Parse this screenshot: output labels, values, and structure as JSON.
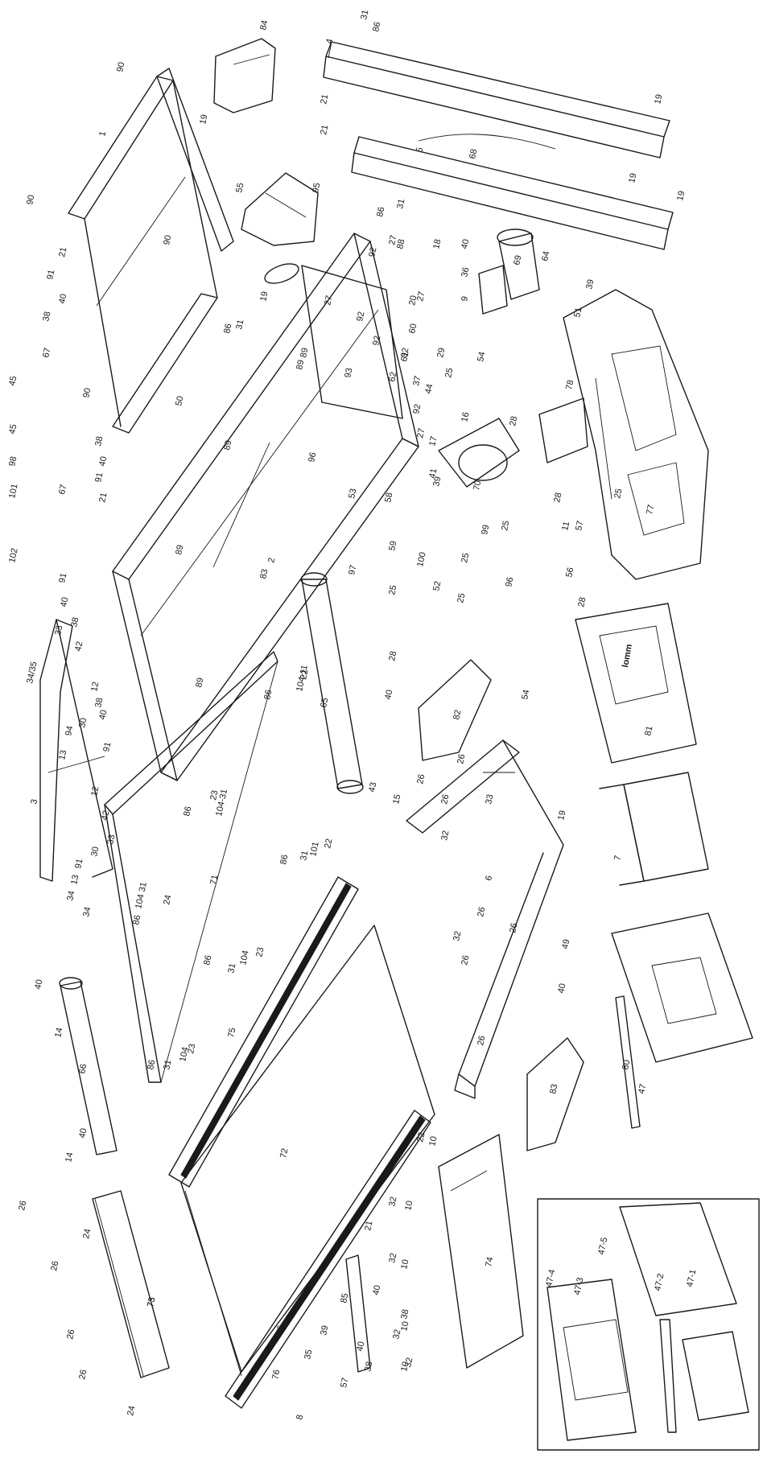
{
  "labels": [
    {
      "id": "31-a",
      "text": "31"
    },
    {
      "id": "86-a",
      "text": "86"
    },
    {
      "id": "84",
      "text": "84"
    },
    {
      "id": "4",
      "text": "4"
    },
    {
      "id": "19-a",
      "text": "19"
    },
    {
      "id": "90-a",
      "text": "90"
    },
    {
      "id": "1",
      "text": "1"
    },
    {
      "id": "19-b",
      "text": "19"
    },
    {
      "id": "21-a",
      "text": "21"
    },
    {
      "id": "21-b",
      "text": "21"
    },
    {
      "id": "68",
      "text": "68"
    },
    {
      "id": "5",
      "text": "5"
    },
    {
      "id": "19-c",
      "text": "19"
    },
    {
      "id": "19-d",
      "text": "19"
    },
    {
      "id": "55",
      "text": "55"
    },
    {
      "id": "95",
      "text": "95"
    },
    {
      "id": "86-b",
      "text": "86"
    },
    {
      "id": "31-b",
      "text": "31"
    },
    {
      "id": "27-a",
      "text": "27"
    },
    {
      "id": "92-a",
      "text": "92"
    },
    {
      "id": "69",
      "text": "69"
    },
    {
      "id": "90-b",
      "text": "90"
    },
    {
      "id": "21-c",
      "text": "21"
    },
    {
      "id": "91-a",
      "text": "91"
    },
    {
      "id": "40-a",
      "text": "40"
    },
    {
      "id": "38-a",
      "text": "38"
    },
    {
      "id": "90-c",
      "text": "90"
    },
    {
      "id": "73",
      "text": "73"
    },
    {
      "id": "19-e",
      "text": "19"
    },
    {
      "id": "31-c",
      "text": "31"
    },
    {
      "id": "86-c",
      "text": "86"
    },
    {
      "id": "67-a",
      "text": "67"
    },
    {
      "id": "45-a",
      "text": "45"
    },
    {
      "id": "45-b",
      "text": "45"
    },
    {
      "id": "90-d",
      "text": "90"
    },
    {
      "id": "50",
      "text": "50"
    },
    {
      "id": "98",
      "text": "98"
    },
    {
      "id": "38-b",
      "text": "38"
    },
    {
      "id": "40-b",
      "text": "40"
    },
    {
      "id": "91-b",
      "text": "91"
    },
    {
      "id": "21-d",
      "text": "21"
    },
    {
      "id": "67-b",
      "text": "67"
    },
    {
      "id": "101-a",
      "text": "101"
    },
    {
      "id": "102",
      "text": "102"
    },
    {
      "id": "91-c",
      "text": "91"
    },
    {
      "id": "40-c",
      "text": "40"
    },
    {
      "id": "38-c",
      "text": "38"
    },
    {
      "id": "33-a",
      "text": "33"
    },
    {
      "id": "42-a",
      "text": "42"
    },
    {
      "id": "34-35",
      "text": "34/35"
    },
    {
      "id": "12-a",
      "text": "12"
    },
    {
      "id": "38-d",
      "text": "38"
    },
    {
      "id": "40-d",
      "text": "40"
    },
    {
      "id": "30-a",
      "text": "30"
    },
    {
      "id": "94",
      "text": "94"
    },
    {
      "id": "13-a",
      "text": "13"
    },
    {
      "id": "91-d",
      "text": "91"
    },
    {
      "id": "3",
      "text": "3"
    },
    {
      "id": "12-b",
      "text": "12"
    },
    {
      "id": "42-b",
      "text": "42"
    },
    {
      "id": "33-b",
      "text": "33"
    },
    {
      "id": "30-b",
      "text": "30"
    },
    {
      "id": "91-e",
      "text": "91"
    },
    {
      "id": "13-b",
      "text": "13"
    },
    {
      "id": "34-a",
      "text": "34"
    },
    {
      "id": "34-b",
      "text": "34"
    },
    {
      "id": "2",
      "text": "2"
    },
    {
      "id": "89-a",
      "text": "89"
    },
    {
      "id": "89-b",
      "text": "89"
    },
    {
      "id": "93",
      "text": "93"
    },
    {
      "id": "89-c",
      "text": "89"
    },
    {
      "id": "96",
      "text": "96"
    },
    {
      "id": "83",
      "text": "83"
    },
    {
      "id": "89-d",
      "text": "89"
    },
    {
      "id": "89-e",
      "text": "89"
    },
    {
      "id": "22-a",
      "text": "22"
    },
    {
      "id": "104-11",
      "text": "104-11"
    },
    {
      "id": "86-d",
      "text": "86"
    },
    {
      "id": "65",
      "text": "65"
    },
    {
      "id": "27-b",
      "text": "27"
    },
    {
      "id": "92-b",
      "text": "92"
    },
    {
      "id": "92-c",
      "text": "92"
    },
    {
      "id": "92-d",
      "text": "92"
    },
    {
      "id": "61",
      "text": "61"
    },
    {
      "id": "62",
      "text": "62"
    },
    {
      "id": "27-c",
      "text": "27"
    },
    {
      "id": "20",
      "text": "20"
    },
    {
      "id": "60",
      "text": "60"
    },
    {
      "id": "88",
      "text": "88"
    },
    {
      "id": "18",
      "text": "18"
    },
    {
      "id": "40-e",
      "text": "40"
    },
    {
      "id": "36",
      "text": "36"
    },
    {
      "id": "9",
      "text": "9"
    },
    {
      "id": "64",
      "text": "64"
    },
    {
      "id": "39-a",
      "text": "39"
    },
    {
      "id": "51",
      "text": "51"
    },
    {
      "id": "29",
      "text": "29"
    },
    {
      "id": "37",
      "text": "37"
    },
    {
      "id": "44",
      "text": "44"
    },
    {
      "id": "25-a",
      "text": "25"
    },
    {
      "id": "92-e",
      "text": "92"
    },
    {
      "id": "27-d",
      "text": "27"
    },
    {
      "id": "16",
      "text": "16"
    },
    {
      "id": "17",
      "text": "17"
    },
    {
      "id": "41",
      "text": "41"
    },
    {
      "id": "39-b",
      "text": "39"
    },
    {
      "id": "70",
      "text": "70"
    },
    {
      "id": "54",
      "text": "54"
    },
    {
      "id": "78",
      "text": "78"
    },
    {
      "id": "28-a",
      "text": "28"
    },
    {
      "id": "77",
      "text": "77"
    },
    {
      "id": "28-b",
      "text": "28"
    },
    {
      "id": "25-b",
      "text": "25"
    },
    {
      "id": "11",
      "text": "11"
    },
    {
      "id": "57-a",
      "text": "57"
    },
    {
      "id": "99",
      "text": "99"
    },
    {
      "id": "25-c",
      "text": "25"
    },
    {
      "id": "100",
      "text": "100"
    },
    {
      "id": "25-d",
      "text": "25"
    },
    {
      "id": "56",
      "text": "56"
    },
    {
      "id": "58",
      "text": "58"
    },
    {
      "id": "59",
      "text": "59"
    },
    {
      "id": "53",
      "text": "53"
    },
    {
      "id": "97",
      "text": "97"
    },
    {
      "id": "25-e",
      "text": "25"
    },
    {
      "id": "52",
      "text": "52"
    },
    {
      "id": "25-f",
      "text": "25"
    },
    {
      "id": "96-b",
      "text": "96"
    },
    {
      "id": "28-c",
      "text": "28"
    },
    {
      "id": "81",
      "text": "81"
    },
    {
      "id": "28-d",
      "text": "28"
    },
    {
      "id": "40-f",
      "text": "40"
    },
    {
      "id": "82",
      "text": "82"
    },
    {
      "id": "54-b",
      "text": "54"
    },
    {
      "id": "26-a",
      "text": "26"
    },
    {
      "id": "26-b",
      "text": "26"
    },
    {
      "id": "43",
      "text": "43"
    },
    {
      "id": "15",
      "text": "15"
    },
    {
      "id": "26-c",
      "text": "26"
    },
    {
      "id": "33-c",
      "text": "33"
    },
    {
      "id": "32-a",
      "text": "32"
    },
    {
      "id": "6",
      "text": "6"
    },
    {
      "id": "19-f",
      "text": "19"
    },
    {
      "id": "7",
      "text": "7"
    },
    {
      "id": "23-a",
      "text": "23"
    },
    {
      "id": "104-31",
      "text": "104-31"
    },
    {
      "id": "86-e",
      "text": "86"
    },
    {
      "id": "71",
      "text": "71"
    },
    {
      "id": "22-b",
      "text": "22"
    },
    {
      "id": "101-b",
      "text": "101"
    },
    {
      "id": "31-d",
      "text": "31"
    },
    {
      "id": "86-f",
      "text": "86"
    },
    {
      "id": "24",
      "text": "24"
    },
    {
      "id": "104-31b",
      "text": "104 31"
    },
    {
      "id": "86-g",
      "text": "86"
    },
    {
      "id": "26-d",
      "text": "26"
    },
    {
      "id": "32-b",
      "text": "32"
    },
    {
      "id": "26-e",
      "text": "26"
    },
    {
      "id": "49",
      "text": "49"
    },
    {
      "id": "26-f",
      "text": "26"
    },
    {
      "id": "23-b",
      "text": "23"
    },
    {
      "id": "104-b",
      "text": "104"
    },
    {
      "id": "31-e",
      "text": "31"
    },
    {
      "id": "86-h",
      "text": "86"
    },
    {
      "id": "75",
      "text": "75"
    },
    {
      "id": "40-g",
      "text": "40"
    },
    {
      "id": "26-g",
      "text": "26"
    },
    {
      "id": "83-b",
      "text": "83"
    },
    {
      "id": "80",
      "text": "80"
    },
    {
      "id": "47",
      "text": "47"
    },
    {
      "id": "23-c",
      "text": "23"
    },
    {
      "id": "104-c",
      "text": "104"
    },
    {
      "id": "31-f",
      "text": "31"
    },
    {
      "id": "86-i",
      "text": "86"
    },
    {
      "id": "40-h",
      "text": "40"
    },
    {
      "id": "14-a",
      "text": "14"
    },
    {
      "id": "66",
      "text": "66"
    },
    {
      "id": "40-i",
      "text": "40"
    },
    {
      "id": "14-b",
      "text": "14"
    },
    {
      "id": "72",
      "text": "72"
    },
    {
      "id": "22-c",
      "text": "22"
    },
    {
      "id": "10-a",
      "text": "10"
    },
    {
      "id": "32-c",
      "text": "32"
    },
    {
      "id": "10-b",
      "text": "10"
    },
    {
      "id": "26-h",
      "text": "26"
    },
    {
      "id": "24-b",
      "text": "24"
    },
    {
      "id": "32-d",
      "text": "32"
    },
    {
      "id": "10-c",
      "text": "10"
    },
    {
      "id": "74",
      "text": "74"
    },
    {
      "id": "26-i",
      "text": "26"
    },
    {
      "id": "21-e",
      "text": "21"
    },
    {
      "id": "40-j",
      "text": "40"
    },
    {
      "id": "38-e",
      "text": "38"
    },
    {
      "id": "76-a",
      "text": "76"
    },
    {
      "id": "85",
      "text": "85"
    },
    {
      "id": "32-e",
      "text": "32"
    },
    {
      "id": "10-d",
      "text": "10"
    },
    {
      "id": "32-f",
      "text": "32"
    },
    {
      "id": "10-e",
      "text": "10"
    },
    {
      "id": "73",
      "text": "73"
    },
    {
      "id": "26-j",
      "text": "26"
    },
    {
      "id": "39-c",
      "text": "39"
    },
    {
      "id": "35",
      "text": "35"
    },
    {
      "id": "40-k",
      "text": "40"
    },
    {
      "id": "38-f",
      "text": "38"
    },
    {
      "id": "57-b",
      "text": "57"
    },
    {
      "id": "8",
      "text": "8"
    },
    {
      "id": "26-k",
      "text": "26"
    },
    {
      "id": "24-c",
      "text": "24"
    },
    {
      "id": "76-b",
      "text": "76"
    },
    {
      "id": "47-5",
      "text": "47-5"
    },
    {
      "id": "47-4",
      "text": "47-4"
    },
    {
      "id": "47-3",
      "text": "47-3"
    },
    {
      "id": "47-2",
      "text": "47-2"
    },
    {
      "id": "47-1",
      "text": "47-1"
    }
  ]
}
